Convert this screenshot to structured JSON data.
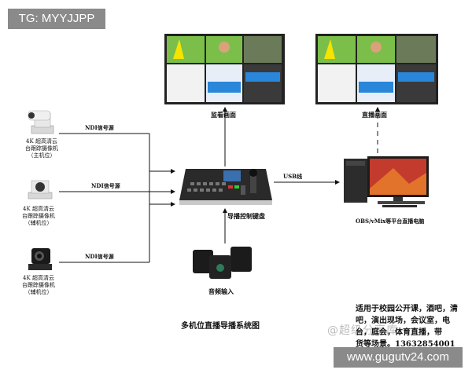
{
  "badges": {
    "tg": "TG: MYYJJPP",
    "site": "www.gugutv24.com"
  },
  "cameras": [
    {
      "line1": "4K 超高清云",
      "line2": "台跟踪摄像机",
      "line3": "（主机位）",
      "signal": "NDI信号源"
    },
    {
      "line1": "4K 超高清云",
      "line2": "台跟踪摄像机",
      "line3": "（辅机位）",
      "signal": "NDI信号源"
    },
    {
      "line1": "4K 超高清云",
      "line2": "台跟踪摄像机",
      "line3": "（辅机位）",
      "signal": "NDI信号源"
    }
  ],
  "labels": {
    "monitor_left": "监看画面",
    "monitor_right": "直播画面",
    "keyboard": "导播控制键盘",
    "usb": "USB线",
    "audio": "音频输入",
    "pc": "OBS/vMix等平台直播电脑",
    "title": "多机位直播导播系统图"
  },
  "note": {
    "line1": "适用于校园公开课，酒吧，清",
    "line2": "吧，演出现场，会议室，电",
    "line3": "台，庭会，体育直播，带",
    "line4": "货等场景。13632854001"
  },
  "watermark": "@超级分享库"
}
